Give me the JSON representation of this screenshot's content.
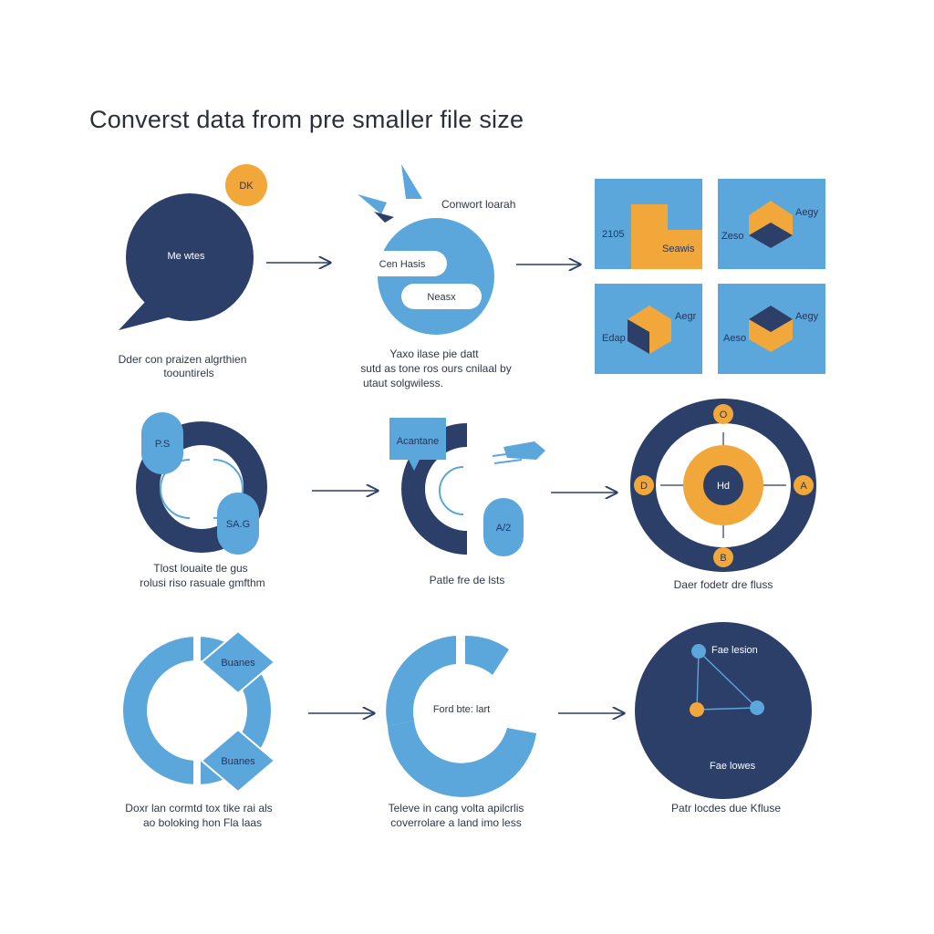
{
  "title": "Converst data from pre smaller file size",
  "colors": {
    "navy": "#2b3f68",
    "blue": "#5ba6db",
    "orange": "#f2a73b",
    "arrow": "#2b3f68"
  },
  "row1": {
    "bubble": {
      "badge": "DK",
      "center": "Me wtes"
    },
    "bubble_caption": [
      "Dder con praizen algrthien",
      "toountirels"
    ],
    "convert_title": "Conwort loarah",
    "pill_top": "Cen Hasis",
    "pill_bottom": "Neasx",
    "middle_caption": [
      "Yaxo ilase pie datt",
      "sutd as tone ros ours cnilaal by",
      "utaut solgwiless."
    ],
    "tiles": [
      {
        "label_left": "2105",
        "label_right": "Seawis"
      },
      {
        "label_left": "Zeso",
        "label_right": "Aegy"
      },
      {
        "label_left": "Edap",
        "label_right": "Aegr"
      },
      {
        "label_left": "Aeso",
        "label_right": "Aegy"
      }
    ]
  },
  "row2": {
    "left_top": "P.S",
    "left_bottom": "SA.G",
    "left_caption": [
      "Tlost louaite tle gus",
      "rolusi riso rasuale gmfthm"
    ],
    "mid_tag": "Acantane",
    "mid_pill": "A/2",
    "mid_caption": "Patle fre de lsts",
    "ring_center": "Hd",
    "ring_top": "O",
    "ring_left": "D",
    "ring_right": "A",
    "ring_bottom": "B",
    "ring_caption": "Daer fodetr dre fluss"
  },
  "row3": {
    "diamond_top": "Buanes",
    "diamond_bottom": "Buanes",
    "left_caption": [
      "Doxr lan cormtd tox tike rai als",
      "ao boloking hon Fla laas"
    ],
    "donut_center": "Ford bte: lart",
    "donut_caption": [
      "Televe in cang volta apilcrlis",
      "coverrolare a land imo less"
    ],
    "graph_top": "Fae lesion",
    "graph_bottom": "Fae lowes",
    "graph_caption": "Patr locdes due Kfluse"
  }
}
